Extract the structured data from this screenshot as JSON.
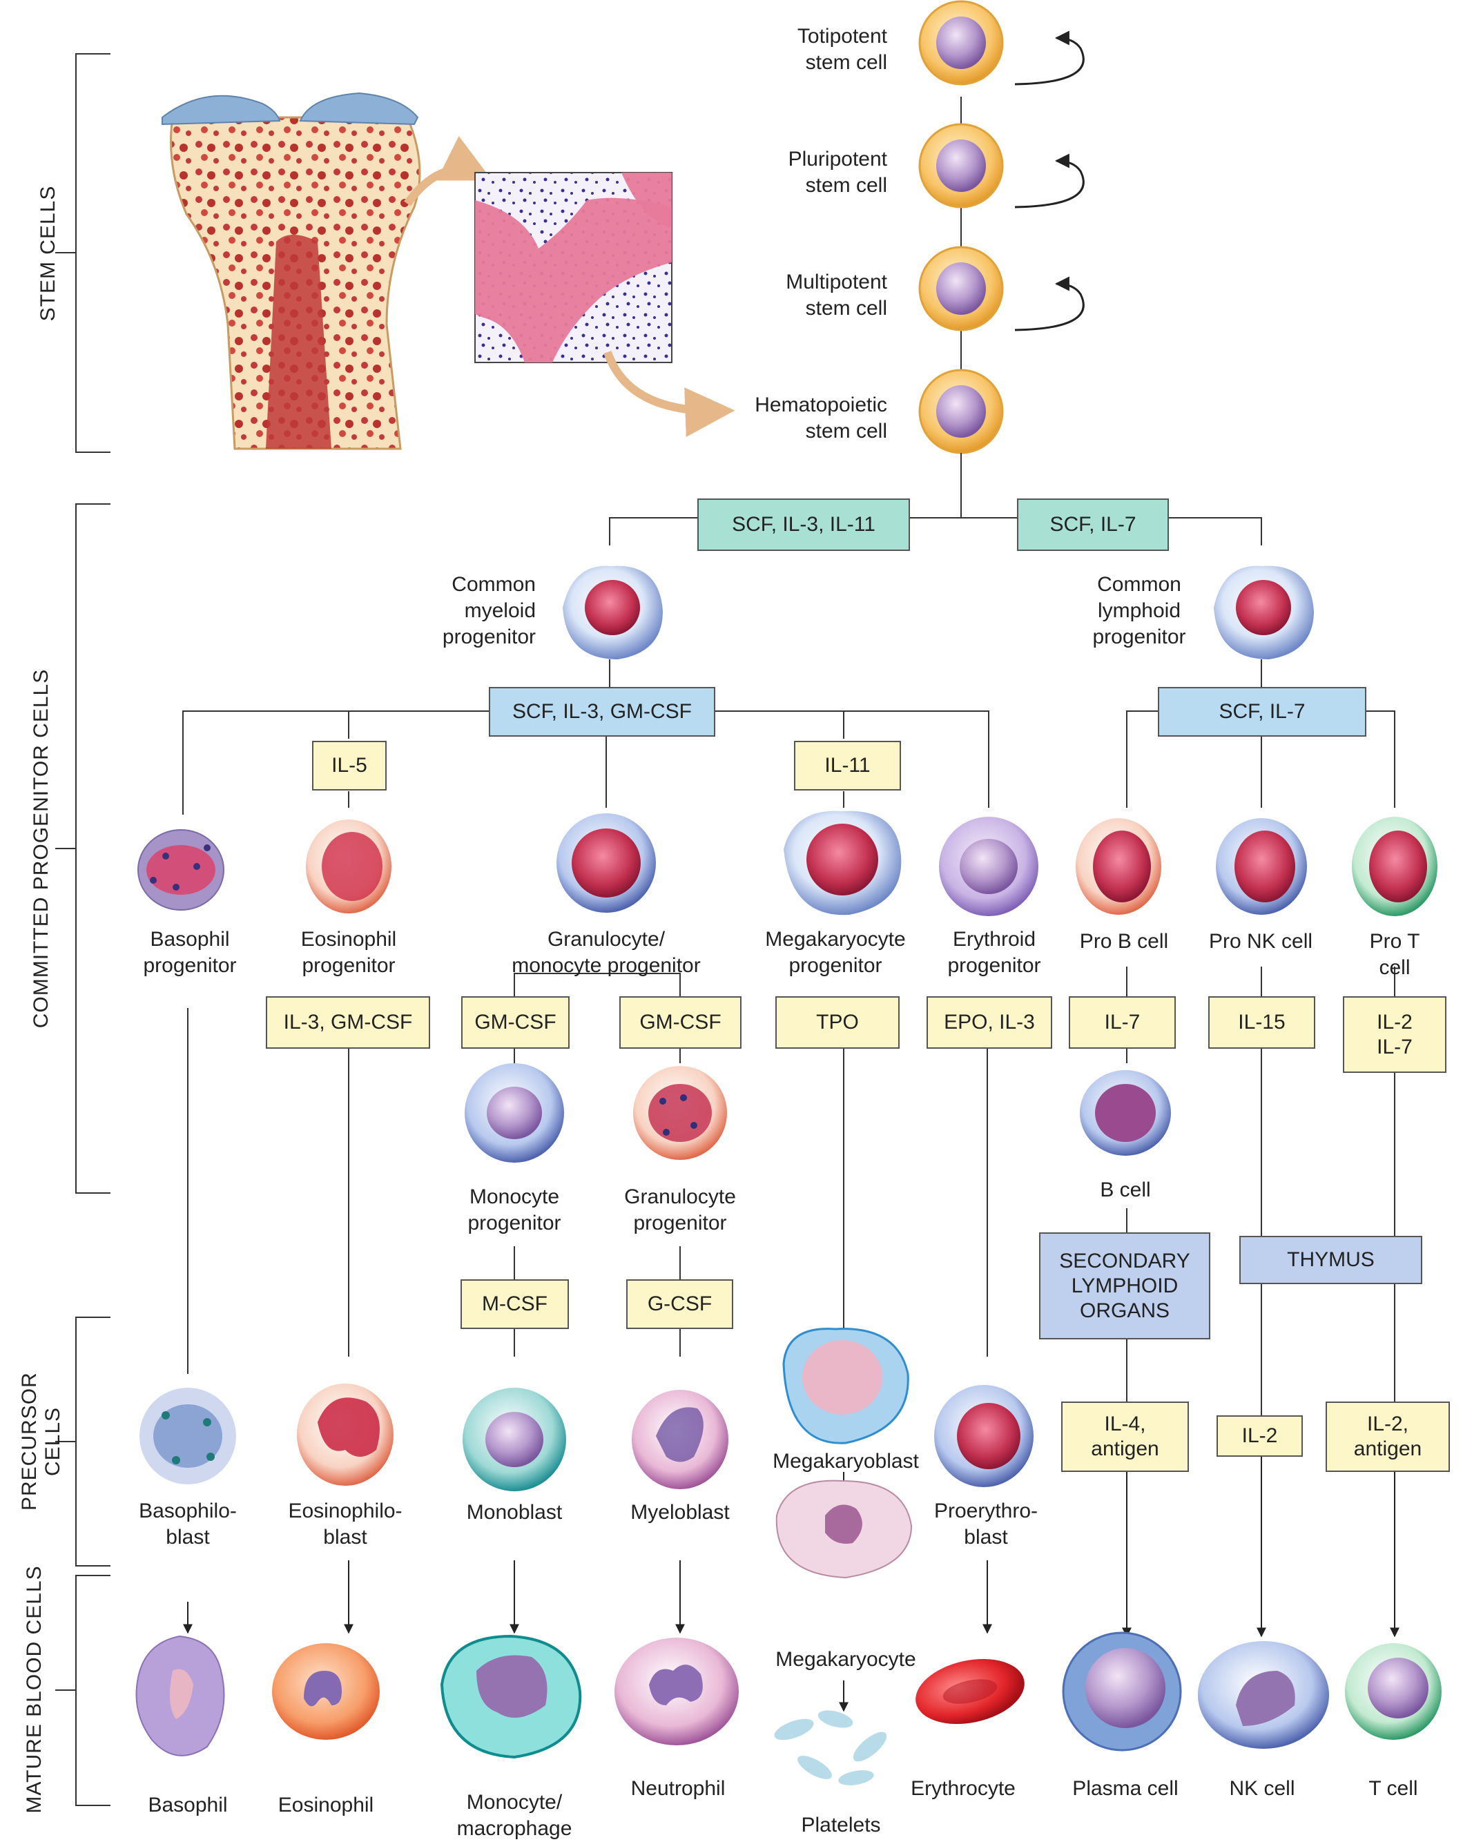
{
  "sections": {
    "stem": "STEM CELLS",
    "committed": "COMMITTED PROGENITOR CELLS",
    "precursor": "PRECURSOR\nCELLS",
    "mature": "MATURE BLOOD CELLS"
  },
  "stem_cells": {
    "totipotent": "Totipotent\nstem cell",
    "pluripotent": "Pluripotent\nstem cell",
    "multipotent": "Multipotent\nstem cell",
    "hematopoietic": "Hematopoietic\nstem cell"
  },
  "factors": {
    "top_left": "SCF, IL-3, IL-11",
    "top_right": "SCF, IL-7",
    "myeloid": "SCF, IL-3, GM-CSF",
    "lymphoid": "SCF, IL-7",
    "il5": "IL-5",
    "il11": "IL-11",
    "il3_gmcsf": "IL-3, GM-CSF",
    "gmcsf_1": "GM-CSF",
    "gmcsf_2": "GM-CSF",
    "tpo": "TPO",
    "epo_il3": "EPO, IL-3",
    "il7": "IL-7",
    "il15": "IL-15",
    "il2_il7": "IL-2\nIL-7",
    "mcsf": "M-CSF",
    "gcsf": "G-CSF",
    "secondary": "SECONDARY\nLYMPHOID\nORGANS",
    "thymus": "THYMUS",
    "il4_antigen": "IL-4,\nantigen",
    "il2": "IL-2",
    "il2_antigen": "IL-2,\nantigen"
  },
  "progenitors": {
    "common_myeloid": "Common\nmyeloid\nprogenitor",
    "common_lymphoid": "Common\nlymphoid\nprogenitor",
    "basophil": "Basophil\nprogenitor",
    "eosinophil": "Eosinophil\nprogenitor",
    "granulocyte_monocyte": "Granulocyte/\nmonocyte progenitor",
    "megakaryocyte": "Megakaryocyte\nprogenitor",
    "erythroid": "Erythroid\nprogenitor",
    "pro_b": "Pro B cell",
    "pro_nk": "Pro NK cell",
    "pro_t": "Pro T cell",
    "monocyte": "Monocyte\nprogenitor",
    "granulocyte": "Granulocyte\nprogenitor",
    "b_cell": "B cell"
  },
  "precursors": {
    "basophiloblast": "Basophilo-\nblast",
    "eosinophiloblast": "Eosinophilo-\nblast",
    "monoblast": "Monoblast",
    "myeloblast": "Myeloblast",
    "megakaryoblast": "Megakaryoblast",
    "proerythroblast": "Proerythro-\nblast"
  },
  "mature": {
    "basophil": "Basophil",
    "eosinophil": "Eosinophil",
    "monocyte": "Monocyte/\nmacrophage",
    "neutrophil": "Neutrophil",
    "megakaryocyte": "Megakaryocyte",
    "platelets": "Platelets",
    "erythrocyte": "Erythrocyte",
    "plasma": "Plasma cell",
    "nk": "NK cell",
    "t": "T cell"
  },
  "colors": {
    "stem_outer": "#f3b23a",
    "stem_nucleus": "#9a78b8",
    "progenitor_halo": "#c5d8f3",
    "progenitor_nucleus": "#c2304f",
    "marrow_red": "#c23a3a",
    "bone": "#f6ddb0",
    "cartilage": "#8db0d6",
    "histology_pink": "#e77a9b",
    "arrow_tan": "#e6b889"
  }
}
